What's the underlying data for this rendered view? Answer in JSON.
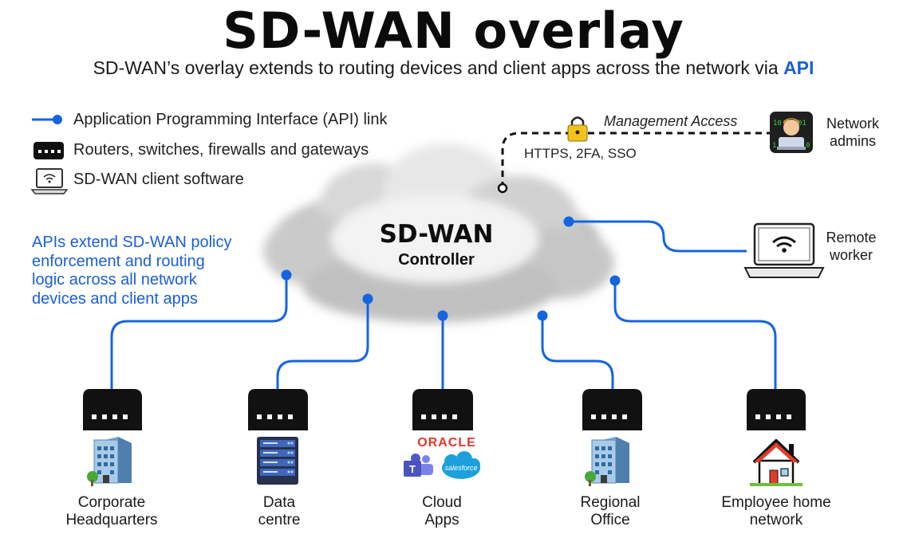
{
  "header": {
    "title": "SD-WAN overlay",
    "subtitle_prefix": "SD-WAN’s overlay extends to routing devices and client apps across the network via",
    "subtitle_highlight": "API"
  },
  "legend": {
    "items": [
      {
        "label": "Application Programming Interface (API) link",
        "icon": "api-link-icon"
      },
      {
        "label": "Routers, switches, firewalls and gateways",
        "icon": "router-icon"
      },
      {
        "label": "SD-WAN client software",
        "icon": "laptop-client-icon"
      }
    ]
  },
  "note": {
    "lines": [
      "APIs extend SD-WAN policy",
      "enforcement and routing",
      "logic across all network",
      "devices and client apps"
    ]
  },
  "controller": {
    "title": "SD-WAN",
    "subtitle": "Controller"
  },
  "management": {
    "label": "Management Access",
    "security": "HTTPS, 2FA, SSO",
    "admins_line1": "Network",
    "admins_line2": "admins"
  },
  "remote": {
    "line1": "Remote",
    "line2": "worker"
  },
  "nodes": [
    {
      "line1": "Corporate",
      "line2": "Headquarters"
    },
    {
      "line1": "Data",
      "line2": "centre"
    },
    {
      "line1": "Cloud",
      "line2": "Apps"
    },
    {
      "line1": "Regional",
      "line2": "Office"
    },
    {
      "line1": "Employee home",
      "line2": "network"
    }
  ],
  "cloud_apps": {
    "oracle": "ORACLE",
    "salesforce": "salesforce"
  },
  "colors": {
    "accent_blue": "#1a5fd6",
    "router": "#111111",
    "line": "#1565e0"
  }
}
